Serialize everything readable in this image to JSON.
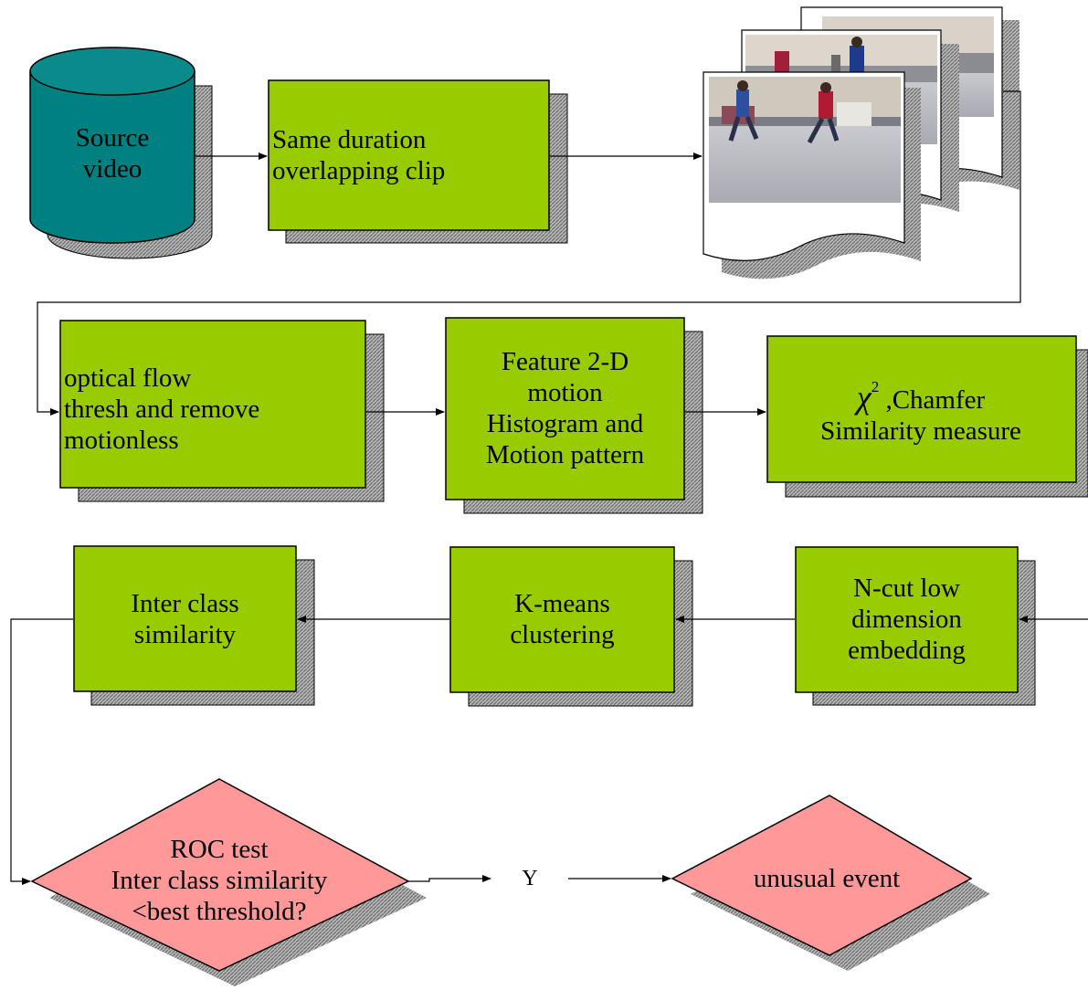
{
  "colors": {
    "green_box": "#99cc00",
    "cylinder": "#008080",
    "diamond": "#ff9999",
    "shadow": "#9a9a9a",
    "stroke": "#000000"
  },
  "nodes": {
    "source_video": {
      "lines": [
        "Source",
        "video"
      ]
    },
    "clip": {
      "lines": [
        "Same duration",
        "overlapping clip"
      ]
    },
    "optical_flow": {
      "lines": [
        "optical flow",
        "thresh and remove",
        "motionless"
      ]
    },
    "feature": {
      "lines": [
        "Feature 2-D",
        "motion",
        "Histogram and",
        "Motion pattern"
      ]
    },
    "similarity_measure": {
      "chi": "χ",
      "sup": "2",
      "line1_rest": " ,Chamfer",
      "line2": "Similarity measure"
    },
    "ncut": {
      "lines": [
        "N-cut low",
        "dimension",
        "embedding"
      ]
    },
    "kmeans": {
      "lines": [
        "K-means",
        "clustering"
      ]
    },
    "inter_class": {
      "lines": [
        "Inter class",
        "similarity"
      ]
    },
    "roc_test": {
      "lines": [
        "ROC test",
        "Inter class similarity",
        "<best threshold?"
      ]
    },
    "y_label": "Y",
    "unusual_event": {
      "lines": [
        "unusual event"
      ]
    }
  },
  "images": {
    "video_frames_icon": "video-frames-stack"
  }
}
